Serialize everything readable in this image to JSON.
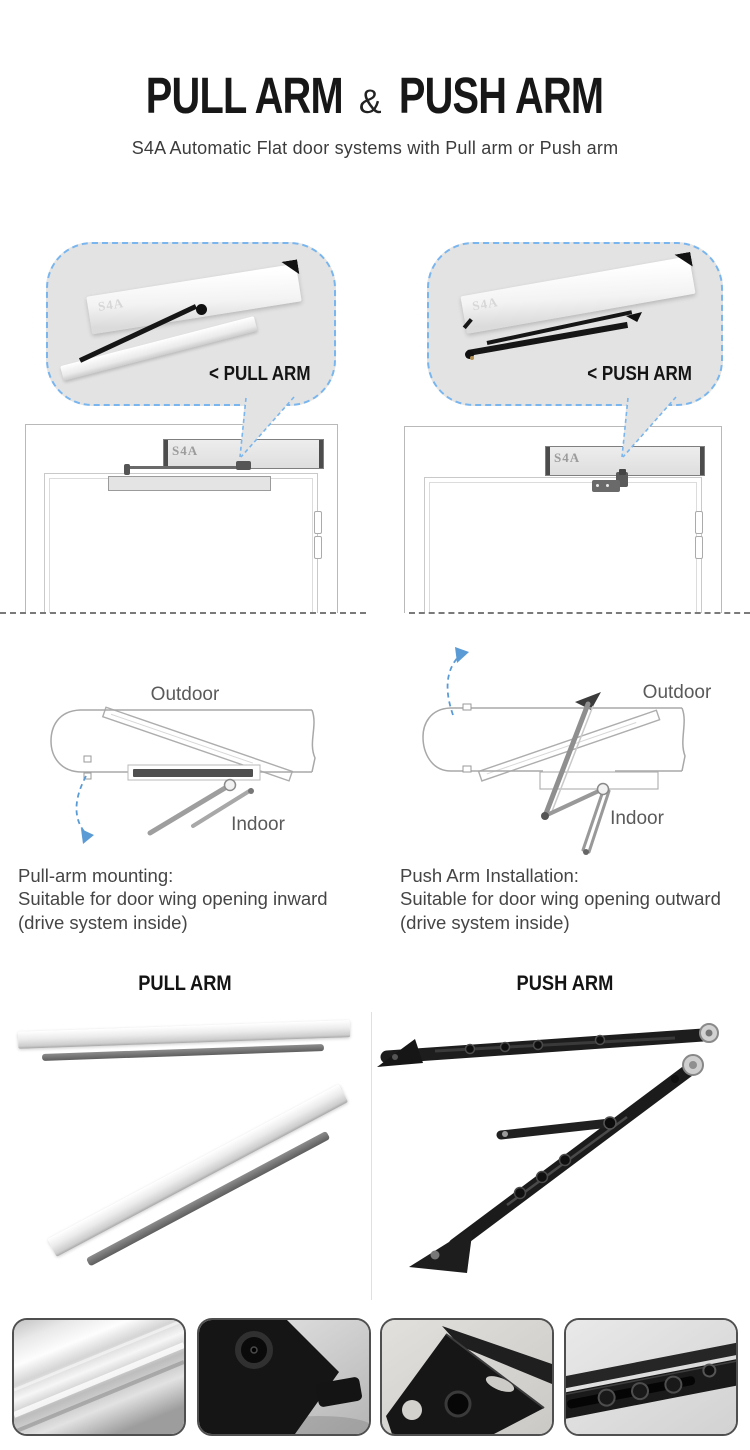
{
  "header": {
    "title_pull": "PULL ARM",
    "title_amp": "&",
    "title_push": "PUSH ARM",
    "subtitle": "S4A Automatic Flat door systems with Pull arm or Push arm"
  },
  "callouts": {
    "pull": {
      "label": "< PULL ARM",
      "brand": "S4A"
    },
    "push": {
      "label": "< PUSH ARM",
      "brand": "S4A"
    }
  },
  "install_views": {
    "pull": {
      "operator_label": "S4A"
    },
    "push": {
      "operator_label": "S4A"
    }
  },
  "plan_views": {
    "pull": {
      "outdoor_label": "Outdoor",
      "indoor_label": "Indoor"
    },
    "push": {
      "outdoor_label": "Outdoor",
      "indoor_label": "Indoor"
    }
  },
  "descriptions": {
    "pull": {
      "title": "Pull-arm mounting:",
      "line2": "Suitable for door wing opening inward",
      "line3": "(drive system inside)"
    },
    "push": {
      "title": "Push Arm Installation:",
      "line2": "Suitable for door wing opening outward",
      "line3": "(drive system inside)"
    }
  },
  "gallery": {
    "pull_heading": "PULL ARM",
    "push_heading": "PUSH ARM"
  },
  "thumbnails": [
    {
      "name": "slide-rail-closeup"
    },
    {
      "name": "arm-pivot-closeup"
    },
    {
      "name": "arm-shoe-closeup"
    },
    {
      "name": "arm-link-bolts-closeup"
    }
  ],
  "colors": {
    "accent_blue": "#5b9bd5",
    "bubble_fill": "#e3e3e3",
    "bubble_border": "#79b5ee",
    "diagram_line": "#b0b0b0",
    "text_dark": "#171717",
    "text_gray": "#454545"
  }
}
